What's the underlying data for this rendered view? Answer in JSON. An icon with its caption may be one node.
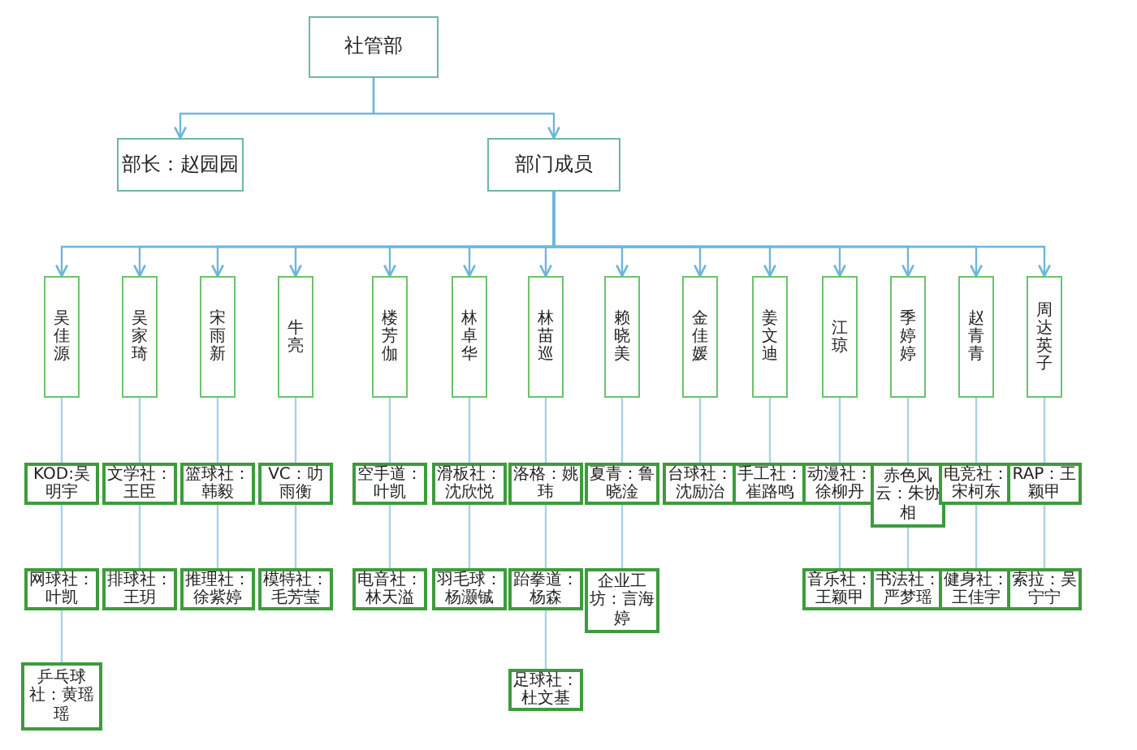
{
  "diagram": {
    "nodes": [
      {
        "text": [
          "社管部"
        ]
      },
      {
        "text": [
          "部长：赵园园"
        ]
      },
      {
        "text": [
          "部门成员"
        ]
      },
      {
        "text": [
          "吴佳源"
        ]
      },
      {
        "text": [
          "吴家琦"
        ]
      },
      {
        "text": [
          "宋雨新"
        ]
      },
      {
        "text": [
          "牛亮"
        ]
      },
      {
        "text": [
          "楼芳伽"
        ]
      },
      {
        "text": [
          "林卓华"
        ]
      },
      {
        "text": [
          "林苗巡"
        ]
      },
      {
        "text": [
          "赖晓美"
        ]
      },
      {
        "text": [
          "金佳媛"
        ]
      },
      {
        "text": [
          "姜文迪"
        ]
      },
      {
        "text": [
          "江琼"
        ]
      },
      {
        "text": [
          "季婷婷"
        ]
      },
      {
        "text": [
          "赵青青"
        ]
      },
      {
        "text": [
          "周达英子"
        ]
      },
      {
        "text": [
          "KOD:吴明宇"
        ]
      },
      {
        "text": [
          "文学社：王臣"
        ]
      },
      {
        "text": [
          "篮球社：韩毅"
        ]
      },
      {
        "text": [
          "VC：叻雨衡"
        ]
      },
      {
        "text": [
          "空手道：叶凯"
        ]
      },
      {
        "text": [
          "滑板社：沈欣悦"
        ]
      },
      {
        "text": [
          "洛格：姚玮"
        ]
      },
      {
        "text": [
          "夏青：鲁晓淦"
        ]
      },
      {
        "text": [
          "台球社：沈励治"
        ]
      },
      {
        "text": [
          "手工社：崔路鸣"
        ]
      },
      {
        "text": [
          "动漫社：徐柳丹"
        ]
      },
      {
        "text": [
          "赤色风云：朱协相"
        ]
      },
      {
        "text": [
          "电竞社：宋柯东"
        ]
      },
      {
        "text": [
          "RAP：王颖甲"
        ]
      },
      {
        "text": [
          "网球社：叶凯"
        ]
      },
      {
        "text": [
          "排球社：王玥"
        ]
      },
      {
        "text": [
          "推理社：徐紫婷"
        ]
      },
      {
        "text": [
          "模特社：毛芳莹"
        ]
      },
      {
        "text": [
          "电音社：林天溢"
        ]
      },
      {
        "text": [
          "羽毛球：杨灏铖"
        ]
      },
      {
        "text": [
          "跆拳道：杨森"
        ]
      },
      {
        "text": [
          "企业工坊：言海婷"
        ]
      },
      {
        "text": [
          "音乐社：王颖甲"
        ]
      },
      {
        "text": [
          "书法社：严梦瑶"
        ]
      },
      {
        "text": [
          "健身社：王佳宇"
        ]
      },
      {
        "text": [
          "索拉：吴宁宁"
        ]
      },
      {
        "text": [
          "乒乓球社：黄瑶瑶"
        ]
      },
      {
        "text": [
          "足球社：杜文基"
        ]
      }
    ],
    "edges": [
      {
        "from": 0,
        "to": 1,
        "arrow": "to"
      },
      {
        "from": 0,
        "to": 2,
        "arrow": "to"
      },
      {
        "from": 2,
        "to": 3,
        "arrow": "to"
      },
      {
        "from": 2,
        "to": 4,
        "arrow": "to"
      },
      {
        "from": 2,
        "to": 5,
        "arrow": "to"
      },
      {
        "from": 2,
        "to": 6,
        "arrow": "to"
      },
      {
        "from": 2,
        "to": 7,
        "arrow": "to"
      },
      {
        "from": 2,
        "to": 8,
        "arrow": "to"
      },
      {
        "from": 2,
        "to": 9,
        "arrow": "to"
      },
      {
        "from": 2,
        "to": 10,
        "arrow": "to"
      },
      {
        "from": 2,
        "to": 11,
        "arrow": "to"
      },
      {
        "from": 2,
        "to": 12,
        "arrow": "to"
      },
      {
        "from": 2,
        "to": 13,
        "arrow": "to"
      },
      {
        "from": 2,
        "to": 14,
        "arrow": "to"
      },
      {
        "from": 2,
        "to": 15,
        "arrow": "to"
      },
      {
        "from": 2,
        "to": 16,
        "arrow": "to"
      },
      {
        "from": 3,
        "to": 17,
        "arrow": "none"
      },
      {
        "from": 4,
        "to": 18,
        "arrow": "none"
      },
      {
        "from": 5,
        "to": 19,
        "arrow": "none"
      },
      {
        "from": 6,
        "to": 20,
        "arrow": "none"
      },
      {
        "from": 7,
        "to": 21,
        "arrow": "none"
      },
      {
        "from": 8,
        "to": 22,
        "arrow": "none"
      },
      {
        "from": 9,
        "to": 23,
        "arrow": "none"
      },
      {
        "from": 10,
        "to": 24,
        "arrow": "none"
      },
      {
        "from": 11,
        "to": 25,
        "arrow": "none"
      },
      {
        "from": 12,
        "to": 26,
        "arrow": "none"
      },
      {
        "from": 13,
        "to": 27,
        "arrow": "none"
      },
      {
        "from": 14,
        "to": 28,
        "arrow": "none"
      },
      {
        "from": 15,
        "to": 29,
        "arrow": "none"
      },
      {
        "from": 16,
        "to": 30,
        "arrow": "none"
      },
      {
        "from": 17,
        "to": 31,
        "arrow": "none"
      },
      {
        "from": 18,
        "to": 32,
        "arrow": "none"
      },
      {
        "from": 19,
        "to": 33,
        "arrow": "none"
      },
      {
        "from": 20,
        "to": 34,
        "arrow": "none"
      },
      {
        "from": 21,
        "to": 35,
        "arrow": "none"
      },
      {
        "from": 22,
        "to": 36,
        "arrow": "none"
      },
      {
        "from": 23,
        "to": 37,
        "arrow": "none"
      },
      {
        "from": 24,
        "to": 38,
        "arrow": "none"
      },
      {
        "from": 27,
        "to": 39,
        "arrow": "none"
      },
      {
        "from": 28,
        "to": 40,
        "arrow": "none"
      },
      {
        "from": 29,
        "to": 41,
        "arrow": "none"
      },
      {
        "from": 30,
        "to": 42,
        "arrow": "none"
      },
      {
        "from": 31,
        "to": 43,
        "arrow": "none"
      },
      {
        "from": 37,
        "to": 44,
        "arrow": "none"
      }
    ]
  }
}
